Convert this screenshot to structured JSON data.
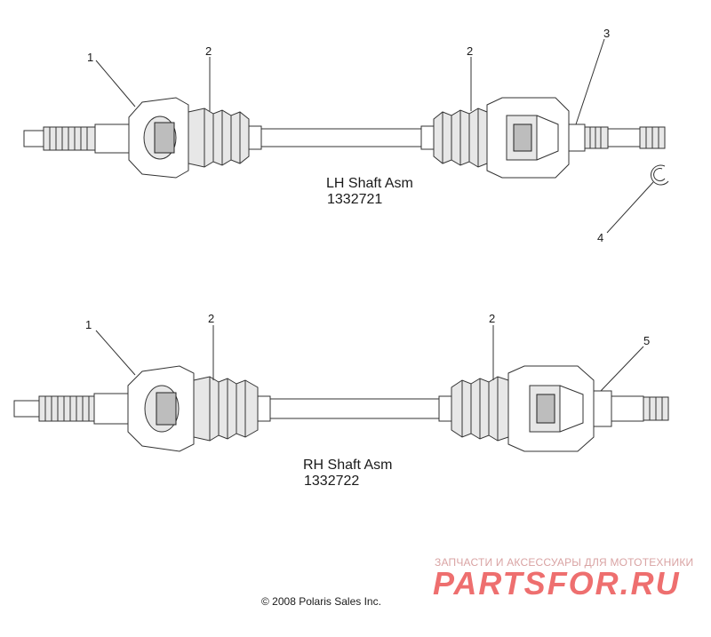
{
  "assemblies": [
    {
      "title": "LH Shaft Asm",
      "part_number": "1332721",
      "callouts": [
        "1",
        "2",
        "2",
        "3",
        "4"
      ]
    },
    {
      "title": "RH Shaft Asm",
      "part_number": "1332722",
      "callouts": [
        "1",
        "2",
        "2",
        "5"
      ]
    }
  ],
  "copyright": "© 2008 Polaris Sales Inc.",
  "watermark": {
    "tagline": "ЗАПЧАСТИ И АКСЕССУАРЫ ДЛЯ МОТОТЕХНИКИ",
    "brand": "PARTSFOR.RU",
    "color": "#ee6f6f"
  },
  "colors": {
    "line": "#333333",
    "fill": "#e7e7e7"
  }
}
